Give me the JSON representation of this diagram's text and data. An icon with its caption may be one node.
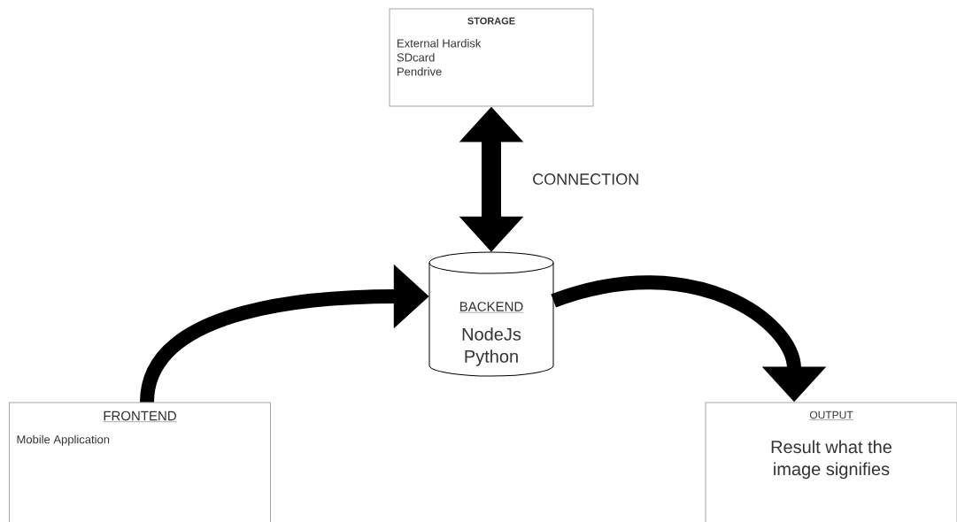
{
  "diagram": {
    "nodes": [
      {
        "text": [
          "STORAGE",
          "External Hardisk",
          "SDcard",
          "Pendrive"
        ]
      },
      {
        "text": [
          "BACKEND",
          "NodeJs Python"
        ]
      },
      {
        "text": [
          "FRONTEND",
          "Mobile Application"
        ]
      },
      {
        "text": [
          "OUTPUT",
          "Result what the image signifies"
        ]
      }
    ],
    "edges": [
      {
        "from": 0,
        "to": 1,
        "arrow": "both",
        "label": "CONNECTION"
      },
      {
        "from": 2,
        "to": 1,
        "arrow": "to"
      },
      {
        "from": 1,
        "to": 3,
        "arrow": "to"
      }
    ]
  }
}
